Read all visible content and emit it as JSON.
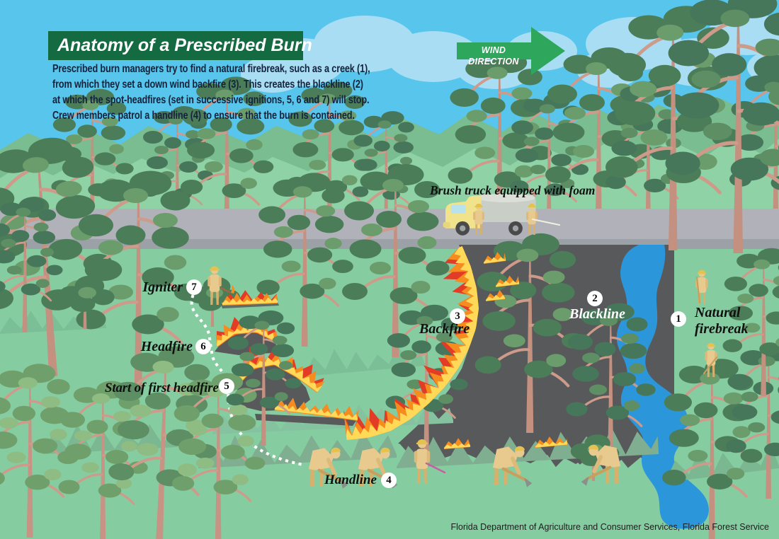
{
  "title": "Anatomy of a Prescribed Burn",
  "description": {
    "line1": "Prescribed burn managers try to find a natural firebreak, such as a creek (1),",
    "line2": "from which they set a down wind backfire (3). This creates the blackline (2)",
    "line3": "at which the spot-headfires (set in successive ignitions, 5, 6 and 7) will stop.",
    "line4": "Crew members patrol a handline (4) to ensure that the burn is contained."
  },
  "wind": {
    "label": "WIND DIRECTION"
  },
  "truck": {
    "label": "Brush truck equipped with foam"
  },
  "callouts": {
    "natural_firebreak": {
      "number": "1",
      "label": "Natural firebreak"
    },
    "blackline": {
      "number": "2",
      "label": "Blackline"
    },
    "backfire": {
      "number": "3",
      "label": "Backfire"
    },
    "handline": {
      "number": "4",
      "label": "Handline"
    },
    "start_first_headfire": {
      "number": "5",
      "label": "Start of first headfire"
    },
    "headfire": {
      "number": "6",
      "label": "Headfire"
    },
    "igniter": {
      "number": "7",
      "label": "Igniter"
    }
  },
  "footer": "Florida Department of Agriculture and Consumer Services, Florida Forest Service",
  "colors": {
    "sky": "#57C5EC",
    "cloud": "#A8DDF3",
    "banner_green": "#156B41",
    "arrow_green": "#2EA75D",
    "ground_green": "#86CCA1",
    "canopy_green": "#79BD90",
    "burn_gray": "#58595B",
    "creek_blue": "#2B96D9",
    "flame_orange": "#F68B1F",
    "flame_red": "#E23B26",
    "flame_yellow": "#FFD957"
  }
}
